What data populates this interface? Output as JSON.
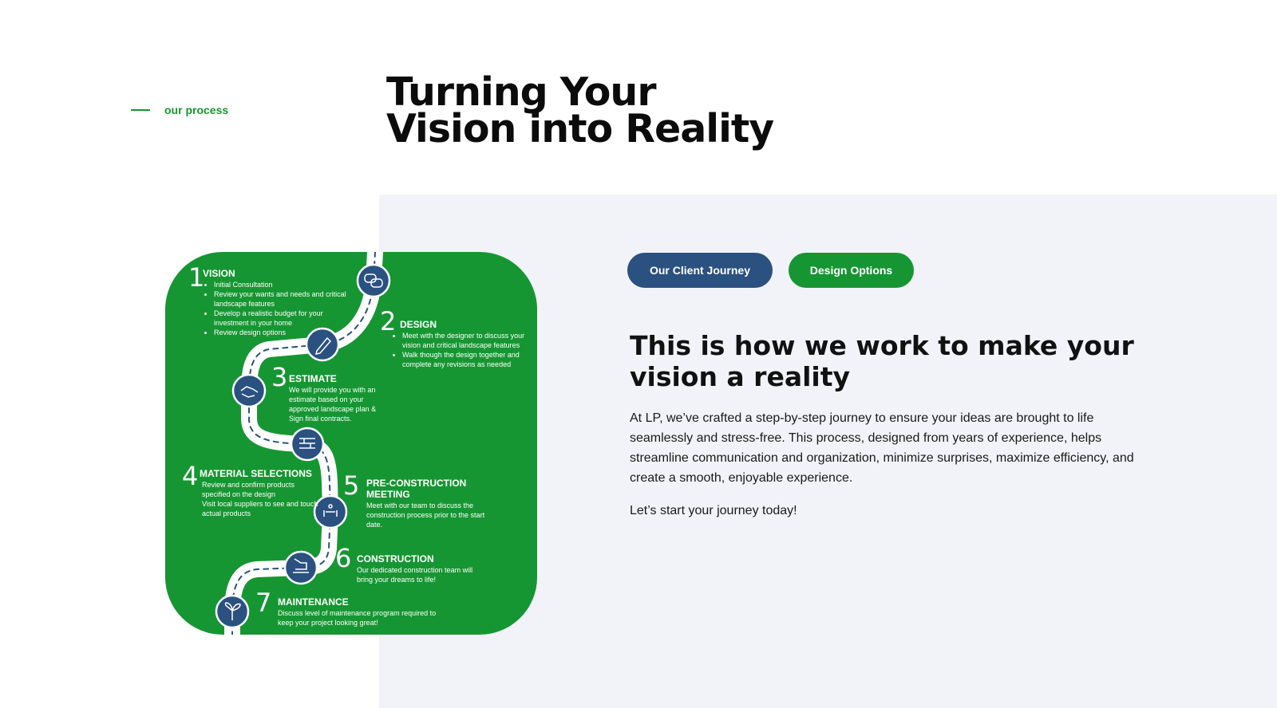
{
  "eyebrow": "our process",
  "title_line1": "Turning Your",
  "title_line2": "Vision into Reality",
  "buttons": {
    "client_journey": "Our Client Journey",
    "design_options": "Design Options"
  },
  "heading": "This is how we work to make your vision a reality",
  "paragraph": "At LP, we’ve crafted a step-by-step journey to ensure your ideas are brought to life seamlessly and stress-free. This process, designed from years of experience, helps streamline communication and organization, minimize surprises, maximize efficiency, and create a smooth, enjoyable experience.",
  "cta": "Let’s start your journey today!",
  "colors": {
    "green": "#169632",
    "navy": "#2a5180",
    "panel": "#f1f3f8"
  },
  "steps": [
    {
      "num": "1",
      "title": "VISION",
      "icon": "chat-bubbles-icon",
      "bullets": [
        "Initial Consultation",
        "Review your wants and needs and critical landscape features",
        "Develop a realistic budget for your investment in your home",
        "Review design options"
      ]
    },
    {
      "num": "2",
      "title": "DESIGN",
      "icon": "pencil-icon",
      "bullets": [
        "Meet with the designer to discuss your vision and critical landscape features",
        "Walk though the design together and complete any revisions as needed"
      ]
    },
    {
      "num": "3",
      "title": "ESTIMATE",
      "icon": "handshake-icon",
      "text": "We will provide you with an estimate based on your approved landscape plan & Sign final contracts."
    },
    {
      "num": "4",
      "title": "MATERIAL SELECTIONS",
      "icon": "bricks-icon",
      "text1": "Review and confirm products specified on the design",
      "text2": "Visit local suppliers to see and touch actual products"
    },
    {
      "num": "5",
      "title": "PRE-CONSTRUCTION MEETING",
      "icon": "meeting-icon",
      "text": "Meet with our team to discuss the construction process prior to the start date."
    },
    {
      "num": "6",
      "title": "CONSTRUCTION",
      "icon": "excavator-icon",
      "text": "Our dedicated construction team will bring your dreams to life!"
    },
    {
      "num": "7",
      "title": "MAINTENANCE",
      "icon": "sprout-icon",
      "text": "Discuss level of maintenance program required to keep your project looking great!"
    }
  ]
}
